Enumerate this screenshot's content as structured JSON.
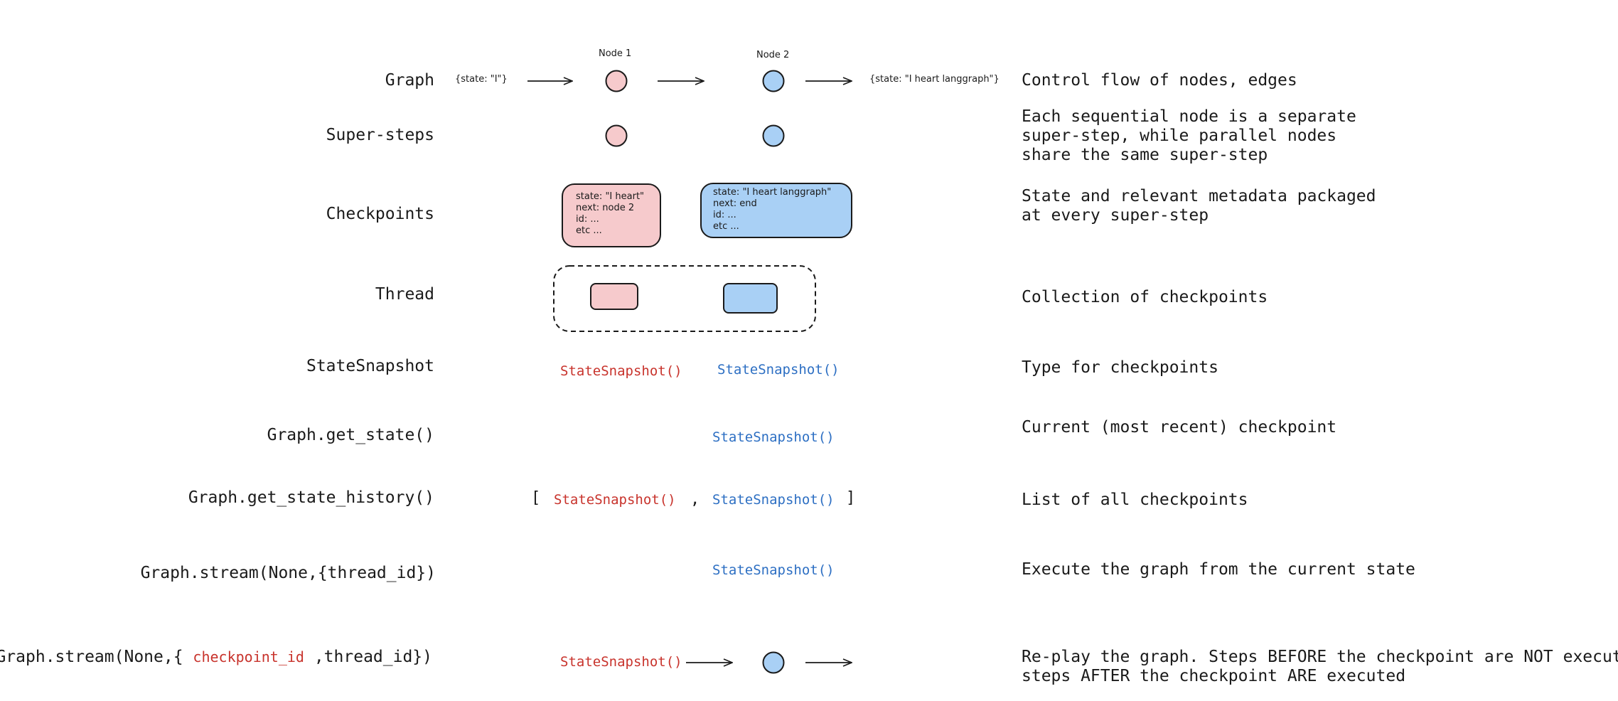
{
  "colors": {
    "pink_fill": "#f6cacc",
    "blue_fill": "#a9d0f5",
    "red_text": "#c8332c",
    "blue_text": "#2d6fc3",
    "stroke": "#1a1a1a"
  },
  "rows": {
    "graph": {
      "label": "Graph",
      "desc": "Control flow of nodes, edges",
      "input_state": "{state: \"I\"}",
      "output_state": "{state: \"I heart langgraph\"}",
      "node1_label": "Node 1",
      "node2_label": "Node 2"
    },
    "supersteps": {
      "label": "Super-steps",
      "desc": [
        "Each sequential node is a separate",
        "super-step, while parallel nodes",
        "share the same super-step"
      ]
    },
    "checkpoints": {
      "label": "Checkpoints",
      "desc": [
        "State and relevant metadata packaged",
        "at every super-step"
      ],
      "box1_text": "state: \"I heart\"\nnext: node 2\nid: ...\netc ...",
      "box2_text": "state: \"I heart langgraph\"\nnext: end\nid: ...\netc ..."
    },
    "thread": {
      "label": "Thread",
      "desc": "Collection of checkpoints"
    },
    "statesnapshot": {
      "label": "StateSnapshot",
      "desc": "Type for checkpoints",
      "left": "StateSnapshot()",
      "right": "StateSnapshot()"
    },
    "get_state": {
      "label": "Graph.get_state()",
      "desc": "Current (most recent) checkpoint",
      "value": "StateSnapshot()"
    },
    "get_state_history": {
      "label": "Graph.get_state_history()",
      "desc": "List of all checkpoints",
      "open_bracket": "[",
      "left": "StateSnapshot()",
      "comma": ",",
      "right": "StateSnapshot()",
      "close_bracket": "]"
    },
    "stream_thread": {
      "label": "Graph.stream(None,{thread_id})",
      "desc": "Execute the graph from the current state",
      "value": "StateSnapshot()"
    },
    "stream_checkpoint": {
      "label_prefix": "Graph.stream(None,{",
      "label_highlight": "checkpoint_id",
      "label_suffix": ",thread_id})",
      "desc": [
        "Re-play the graph. Steps BEFORE the checkpoint are NOT executed,",
        "steps AFTER the checkpoint ARE executed"
      ],
      "value": "StateSnapshot()"
    }
  }
}
